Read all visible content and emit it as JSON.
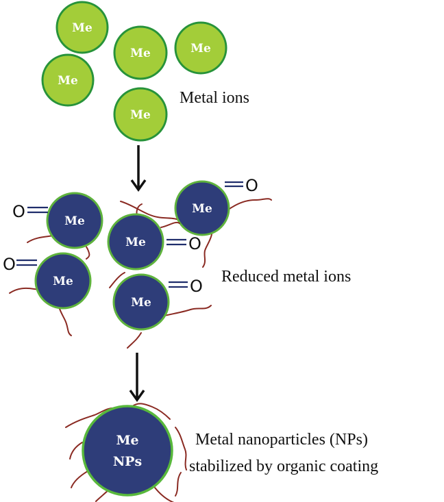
{
  "labels": {
    "metal_ions": "Metal ions",
    "reduced": "Reduced metal ions",
    "np_line1": "Metal nanoparticles (NPs)",
    "np_line2": "stabilized by organic coating"
  },
  "symbols": {
    "me": "Me",
    "nps": "NPs",
    "oxygen": "O"
  },
  "colors": {
    "ion_fill": "#a3cd39",
    "ion_stroke": "#27933a",
    "reduced_fill": "#2e3d79",
    "reduced_stroke": "#5fb33d",
    "coating": "#8a2a22",
    "arrow": "#111111"
  }
}
